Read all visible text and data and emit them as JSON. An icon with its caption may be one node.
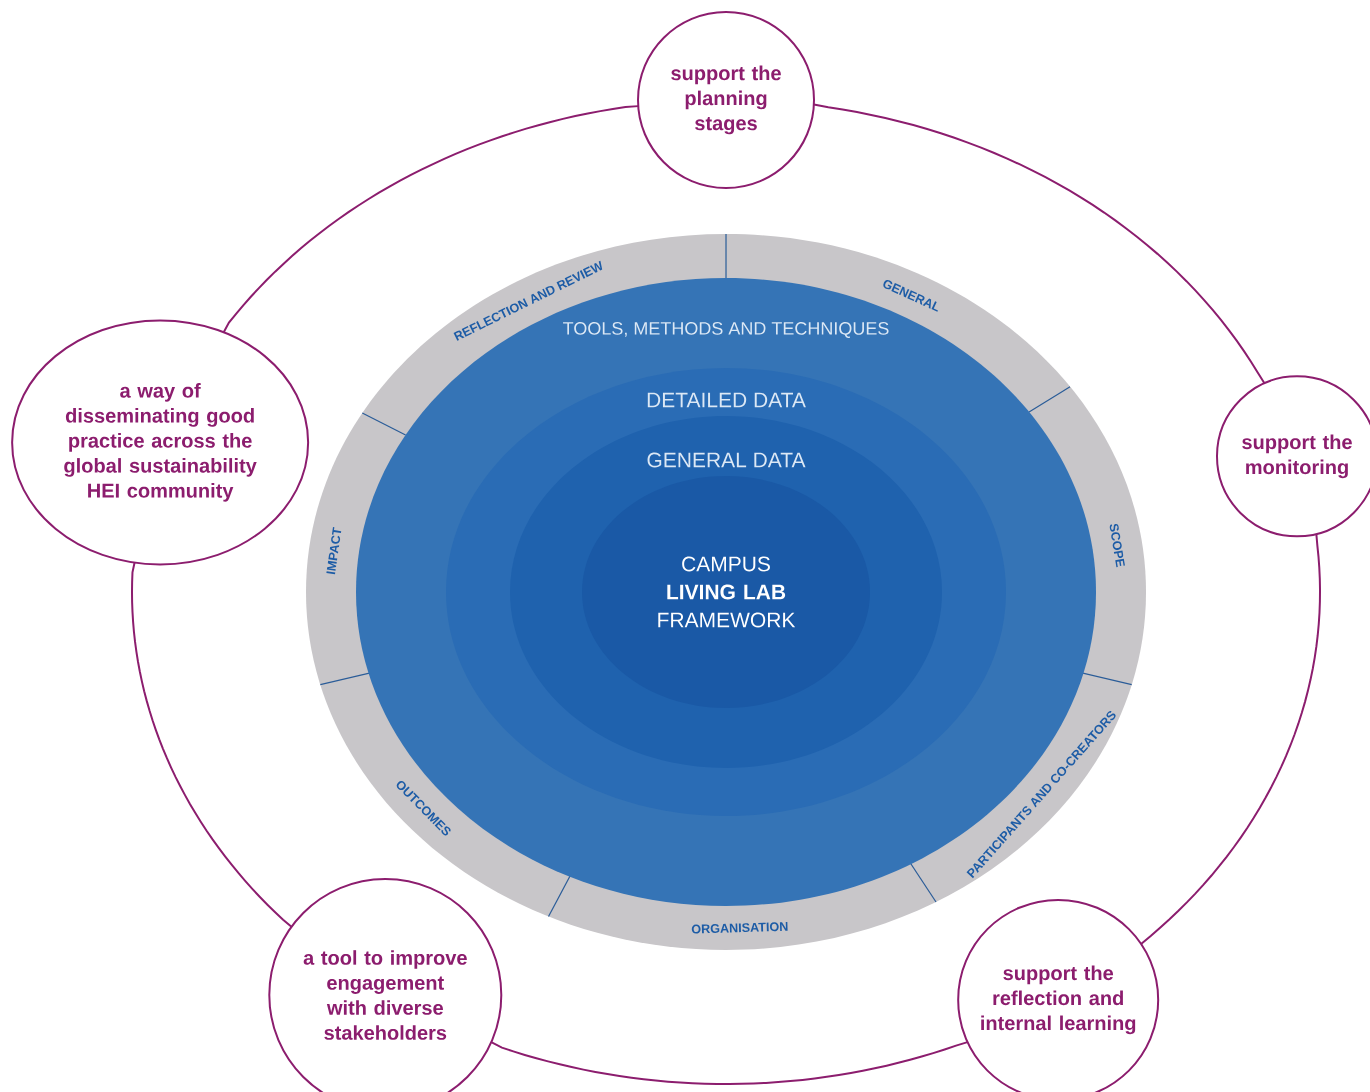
{
  "diagram": {
    "nodes": [
      {
        "text": [
          "support the planning stages"
        ]
      },
      {
        "text": [
          "a way of disseminating good practice across the global sustainability HEI community"
        ]
      },
      {
        "text": [
          "support the monitoring"
        ]
      },
      {
        "text": [
          "GENERAL",
          "SCOPE",
          "PARTICIPANTS AND CO-CREATORS",
          "ORGANISATION",
          "OUTCOMES",
          "IMPACT",
          "REFLECTION AND REVIEW"
        ]
      },
      {
        "text": [
          "TOOLS, METHODS AND TECHNIQUES"
        ],
        "in": 3
      },
      {
        "text": [
          "DETAILED DATA"
        ],
        "in": 4
      },
      {
        "text": [
          "GENERAL DATA"
        ],
        "in": 5
      },
      {
        "text": [
          "CAMPUS **LIVING LAB** FRAMEWORK"
        ],
        "in": 6
      },
      {
        "text": [
          "a tool to improve engagement with diverse stakeholders"
        ]
      },
      {
        "text": [
          "support the reflection and internal learning"
        ]
      }
    ],
    "edges": [
      {
        "from": 0,
        "to": 2,
        "arrow": "none"
      },
      {
        "from": 2,
        "to": 9,
        "arrow": "none"
      },
      {
        "from": 9,
        "to": 8,
        "arrow": "none"
      },
      {
        "from": 8,
        "to": 1,
        "arrow": "none"
      },
      {
        "from": 1,
        "to": 0,
        "arrow": "none"
      }
    ]
  }
}
